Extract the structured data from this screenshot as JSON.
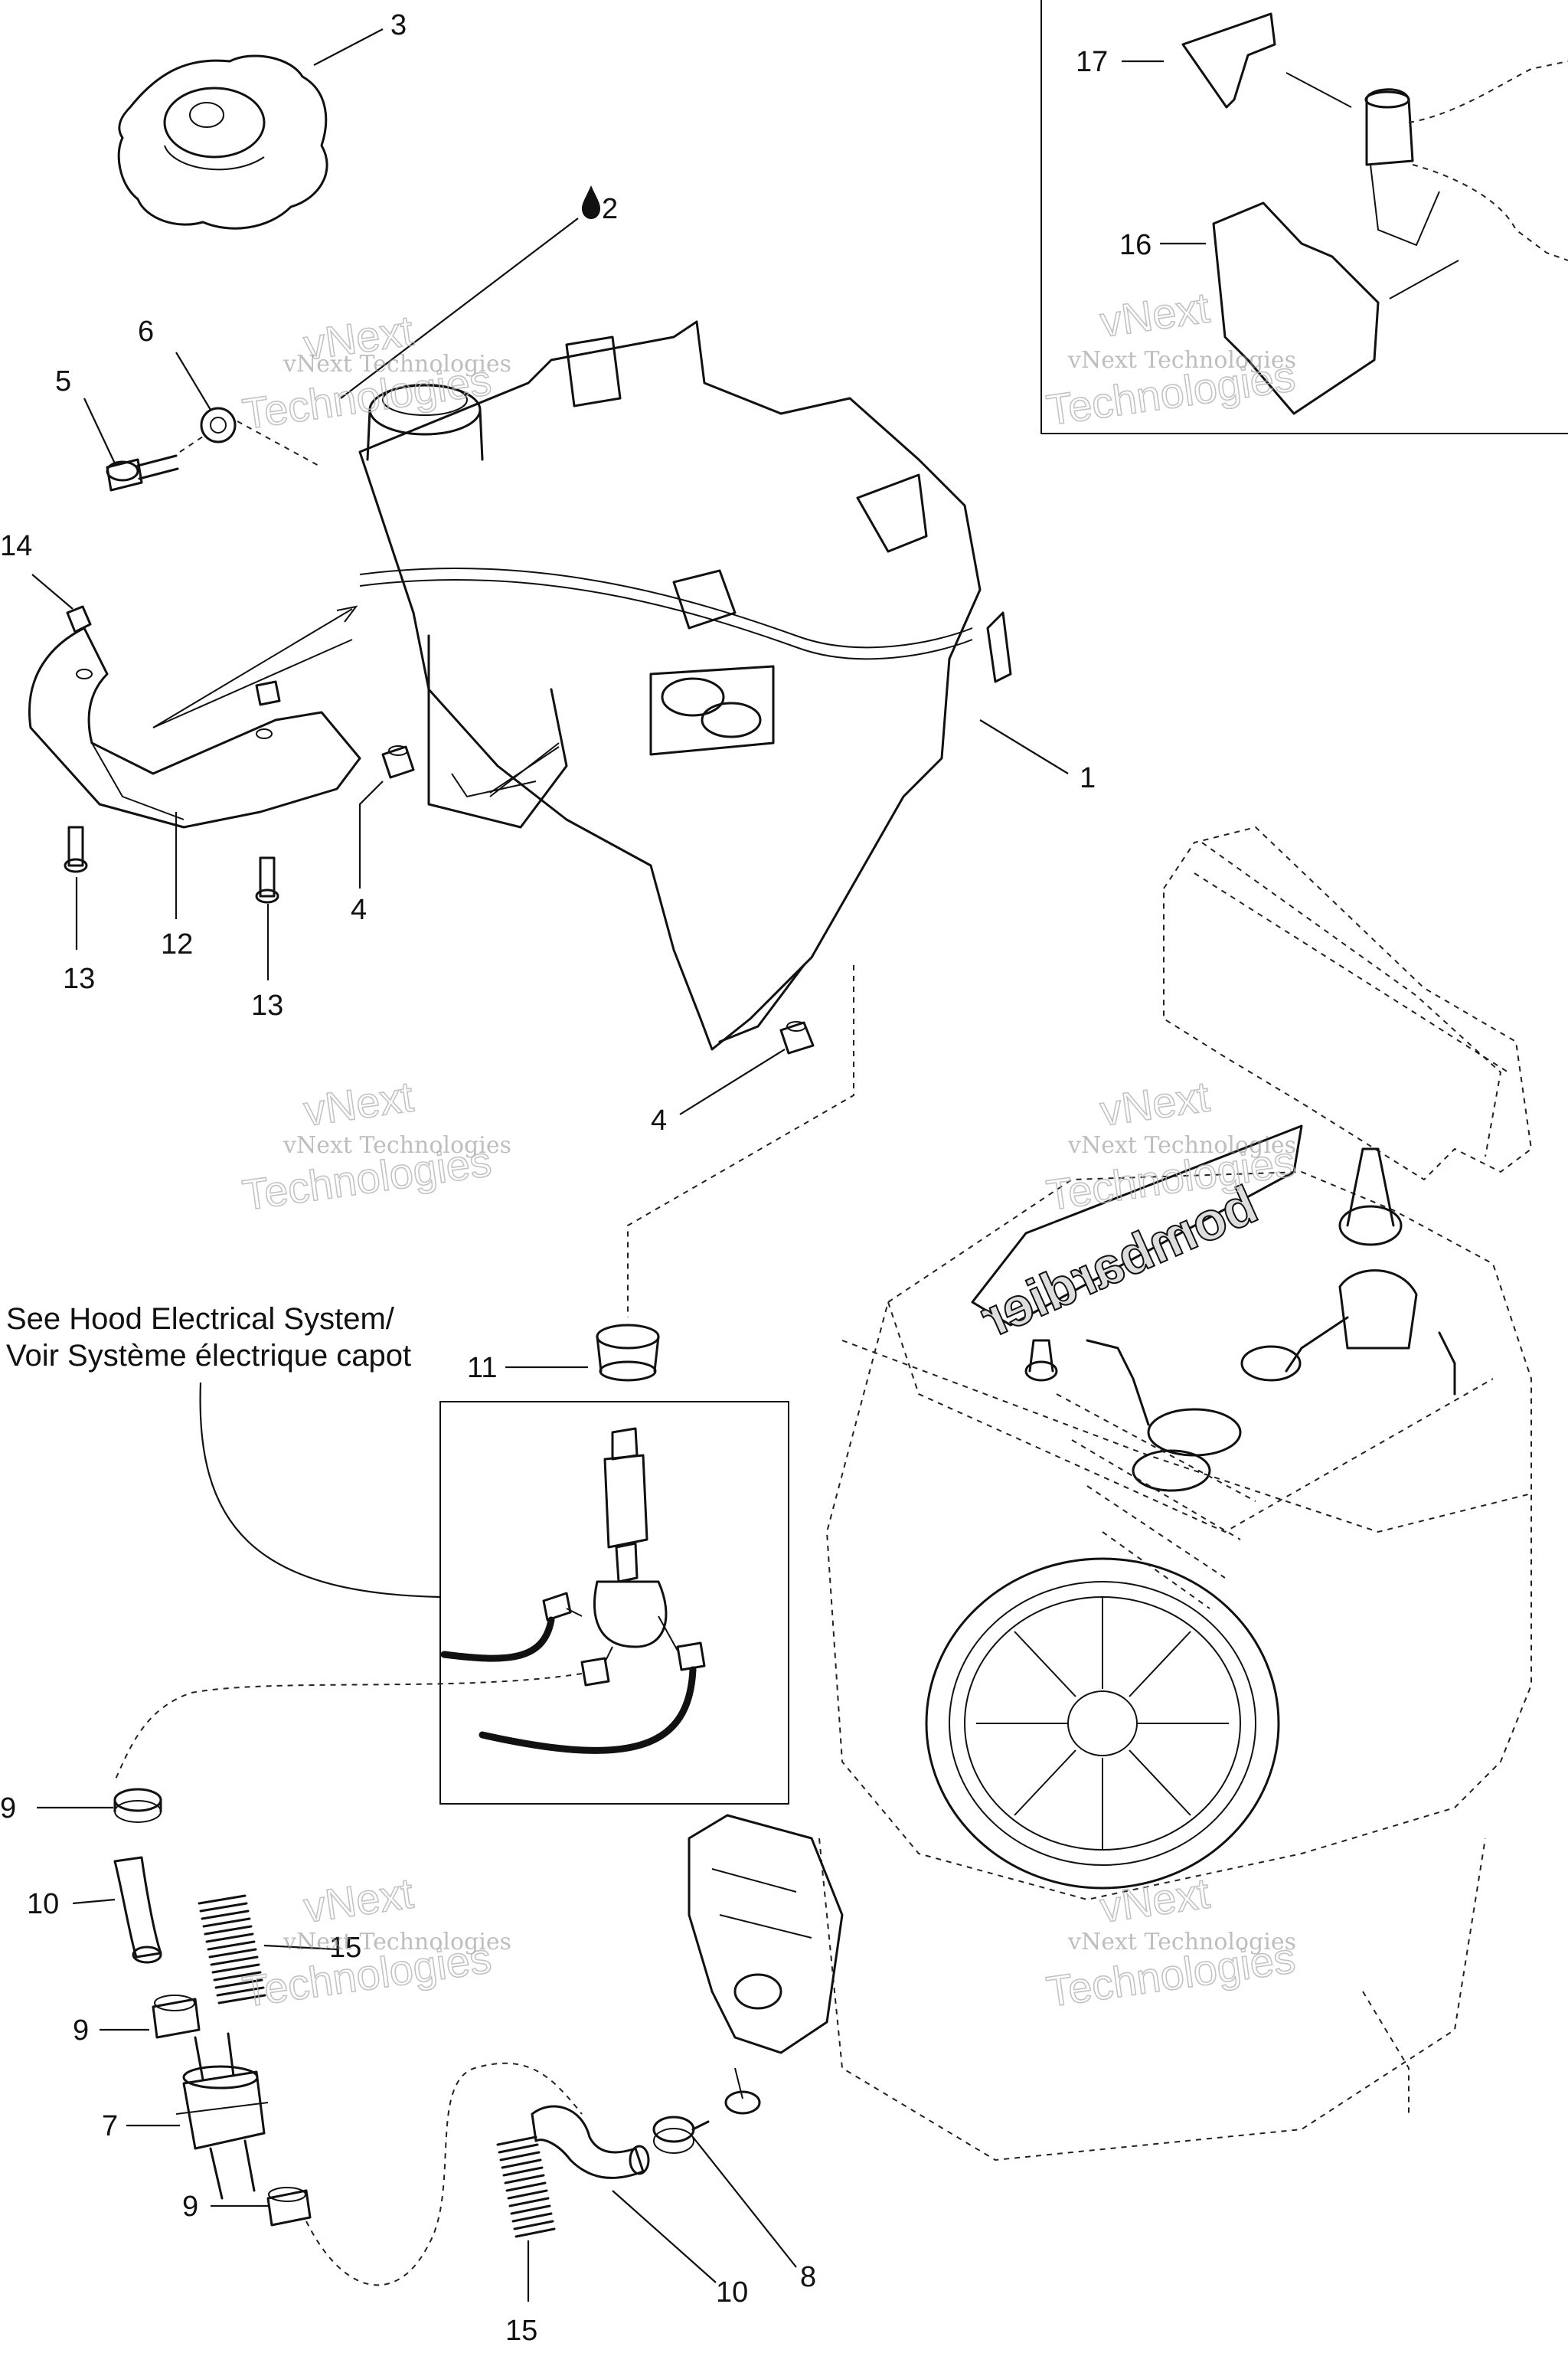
{
  "note": {
    "line1": "See Hood Electrical System/",
    "line2": "Voir Système électrique capot"
  },
  "callouts": [
    {
      "id": "c3",
      "text": "3"
    },
    {
      "id": "c2",
      "text": "2"
    },
    {
      "id": "c6",
      "text": "6"
    },
    {
      "id": "c5",
      "text": "5"
    },
    {
      "id": "c14",
      "text": "14"
    },
    {
      "id": "c1",
      "text": "1"
    },
    {
      "id": "c12",
      "text": "12"
    },
    {
      "id": "c13a",
      "text": "13"
    },
    {
      "id": "c13b",
      "text": "13"
    },
    {
      "id": "c4a",
      "text": "4"
    },
    {
      "id": "c4b",
      "text": "4"
    },
    {
      "id": "c11",
      "text": "11"
    },
    {
      "id": "c9a",
      "text": "9"
    },
    {
      "id": "c10a",
      "text": "10"
    },
    {
      "id": "c15a",
      "text": "15"
    },
    {
      "id": "c9b",
      "text": "9"
    },
    {
      "id": "c7",
      "text": "7"
    },
    {
      "id": "c9c",
      "text": "9"
    },
    {
      "id": "c8",
      "text": "8"
    },
    {
      "id": "c10b",
      "text": "10"
    },
    {
      "id": "c15b",
      "text": "15"
    },
    {
      "id": "c17",
      "text": "17"
    },
    {
      "id": "c16",
      "text": "16"
    }
  ],
  "watermark": {
    "line1": "vNext Technologies",
    "line2": "Technologies",
    "line3": "vNext"
  },
  "engine_logo": "bombardier"
}
